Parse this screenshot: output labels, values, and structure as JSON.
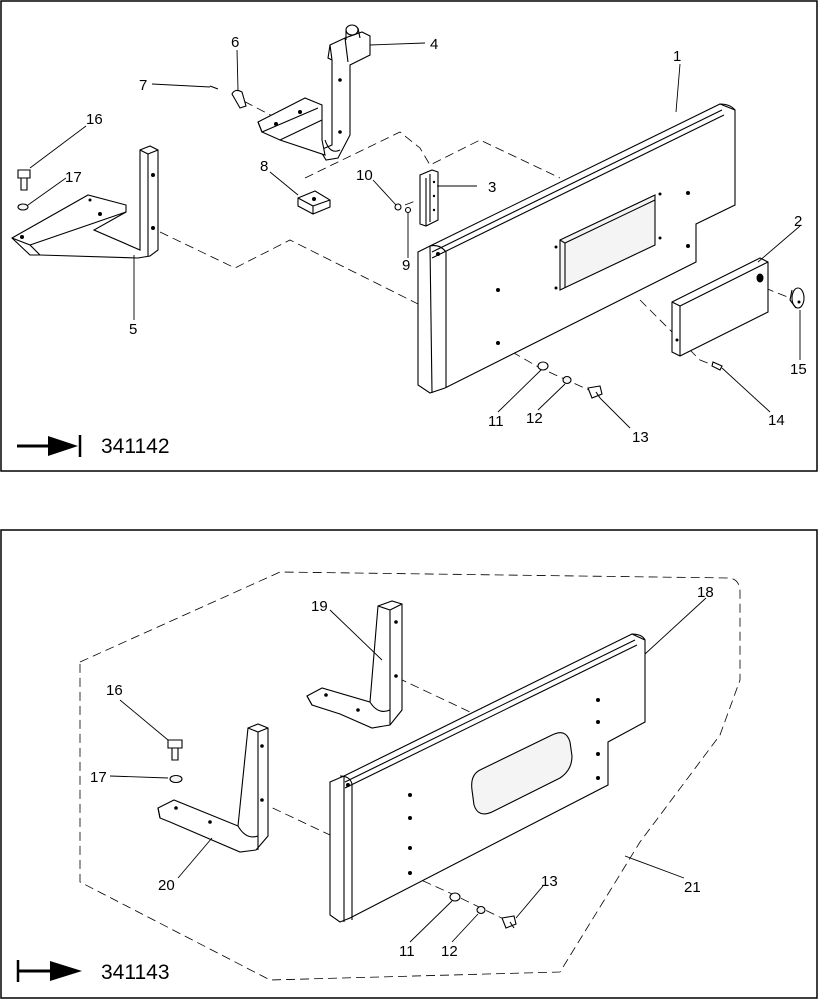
{
  "panels": [
    {
      "code": "341142",
      "callouts": [
        "1",
        "2",
        "3",
        "4",
        "5",
        "6",
        "7",
        "8",
        "9",
        "10",
        "11",
        "12",
        "13",
        "14",
        "15",
        "16",
        "17"
      ]
    },
    {
      "code": "341143",
      "callouts": [
        "16",
        "17",
        "18",
        "19",
        "20",
        "11",
        "12",
        "13",
        "21"
      ]
    }
  ]
}
